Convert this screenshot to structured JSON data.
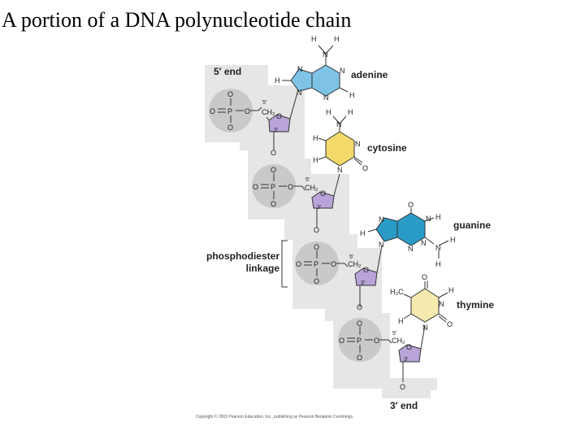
{
  "title": "A portion of a DNA polynucleotide chain",
  "labels": {
    "five_end": "5′ end",
    "three_end": "3′ end",
    "adenine": "adenine",
    "cytosine": "cytosine",
    "guanine": "guanine",
    "thymine": "thymine",
    "linkage_line1": "phosphodiester",
    "linkage_line2": "linkage"
  },
  "atoms": {
    "H": "H",
    "N": "N",
    "O": "O",
    "P": "P",
    "C": "C",
    "CH2": "CH₂",
    "H3C": "H₃C",
    "p5": "5′",
    "p3": "3′"
  },
  "copyright": "Copyright © 2003 Pearson Education, Inc., publishing as Pearson Benjamin Cummings.",
  "colors": {
    "background_band": "#e6e6e6",
    "phosphate": "#c8c9cb",
    "sugar": "#b8a4d8",
    "adenine": "#7ec3e6",
    "cytosine": "#f2d96a",
    "guanine": "#2a9ac7",
    "thymine": "#f7eab0"
  }
}
